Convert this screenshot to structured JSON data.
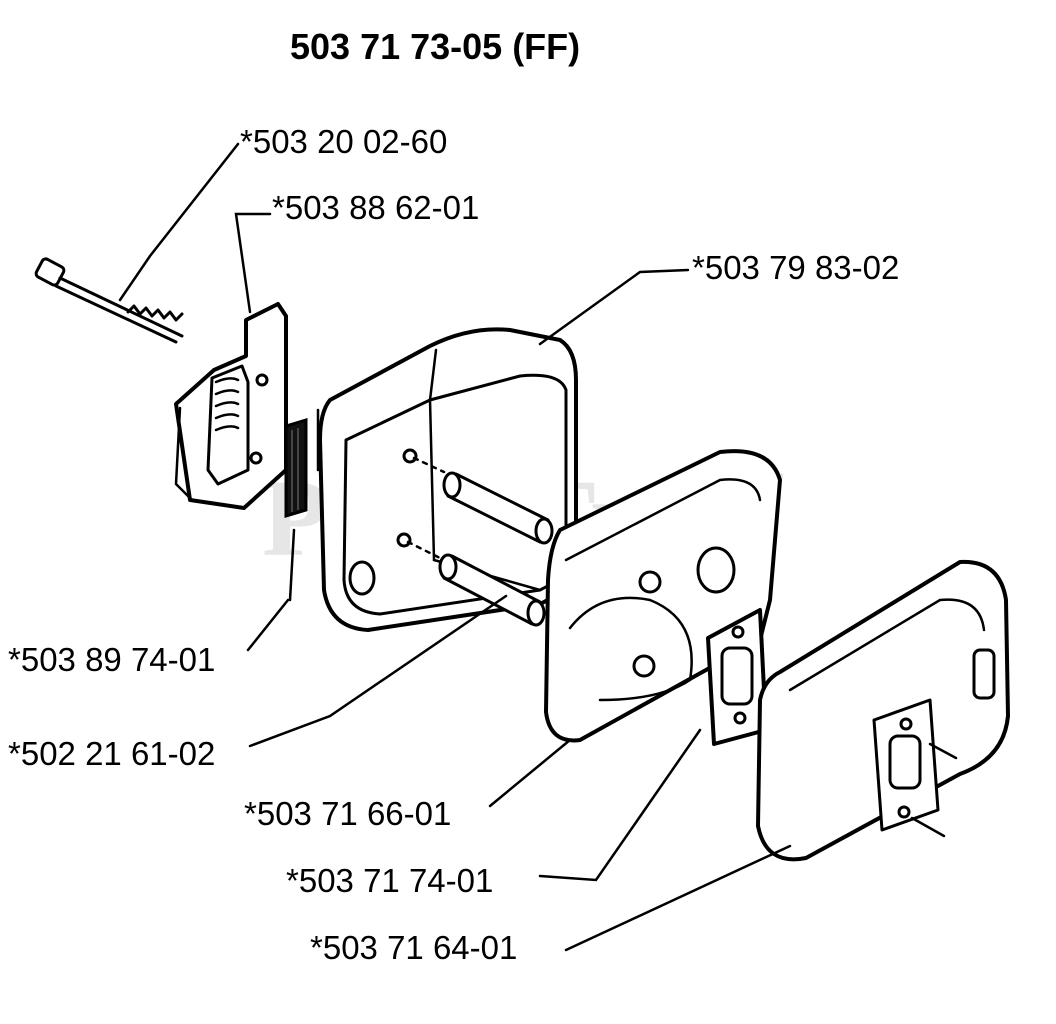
{
  "title": "503 71 73-05 (FF)",
  "watermark": "PartsTree",
  "watermark_mark": "™",
  "part_labels": {
    "screw": "*503 20 02-60",
    "bracket": "*503 88 62-01",
    "muffler_shell": "*503 79 83-02",
    "spark_screen": "*503 89 74-01",
    "spacer_tubes": "*502 21 61-02",
    "heat_shield_plate": "*503 71 66-01",
    "gasket": "*503 71 74-01",
    "muffler_body": "*503 71 64-01"
  }
}
